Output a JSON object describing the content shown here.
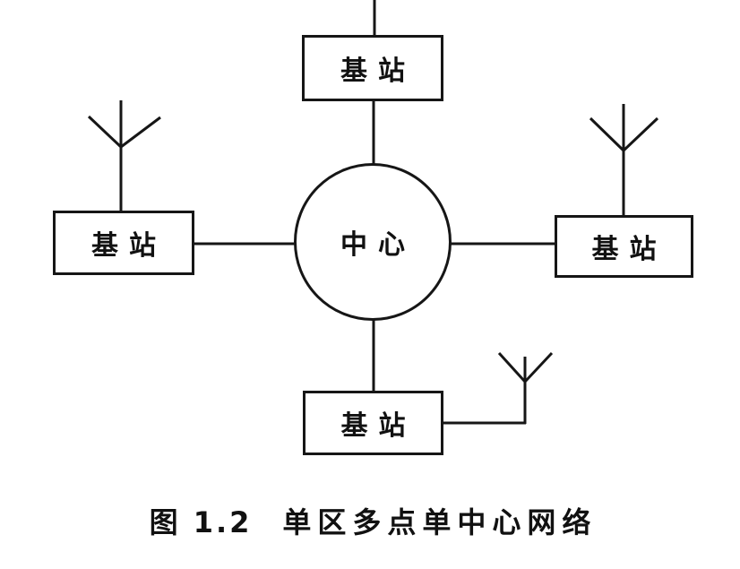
{
  "diagram": {
    "center": {
      "label": "中心"
    },
    "stations": {
      "top": {
        "label": "基站"
      },
      "left": {
        "label": "基站"
      },
      "right": {
        "label": "基站"
      },
      "bottom": {
        "label": "基站"
      }
    },
    "caption": {
      "figure": "图 1.2",
      "title": "单区多点单中心网络"
    },
    "colors": {
      "ink": "#161616",
      "background": "#ffffff"
    }
  }
}
